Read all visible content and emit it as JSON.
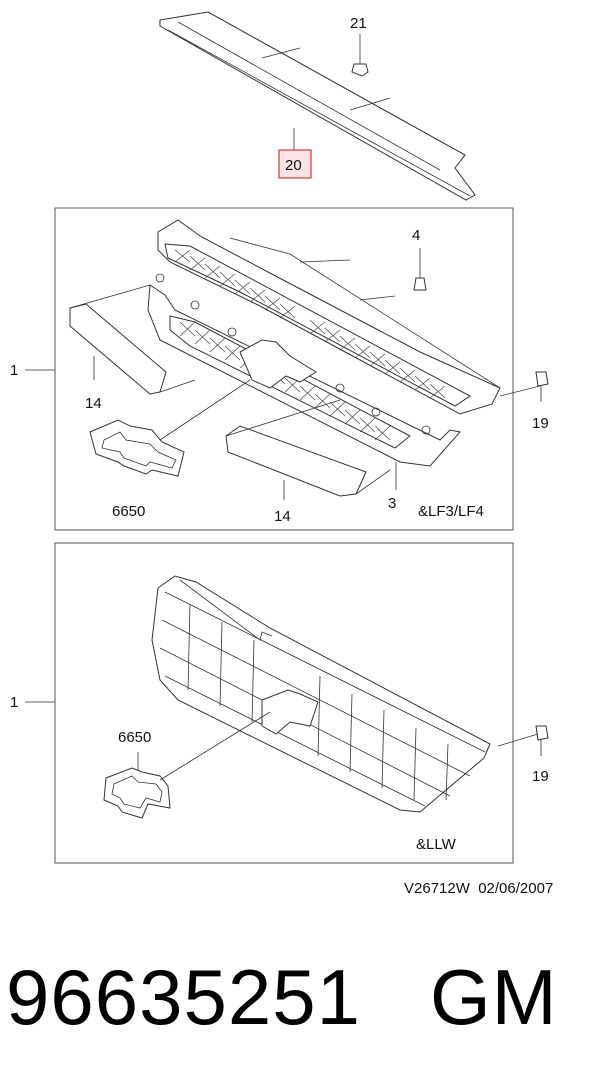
{
  "callouts": {
    "c21": "21",
    "c20": "20",
    "c4": "4",
    "c1_top": "1",
    "c14_left": "14",
    "c19_top": "19",
    "c6650_top": "6650",
    "c14_bottom": "14",
    "c3": "3",
    "c1_bottom": "1",
    "c6650_bottom": "6650",
    "c19_bottom": "19"
  },
  "variants": {
    "top_panel": "&LF3/LF4",
    "bottom_panel": "&LLW"
  },
  "drawing_ref": "V26712W  02/06/2007",
  "part_number": "96635251",
  "brand": "GM",
  "colors": {
    "highlight_border": "#d4333f",
    "highlight_fill": "#fbe4e6"
  }
}
